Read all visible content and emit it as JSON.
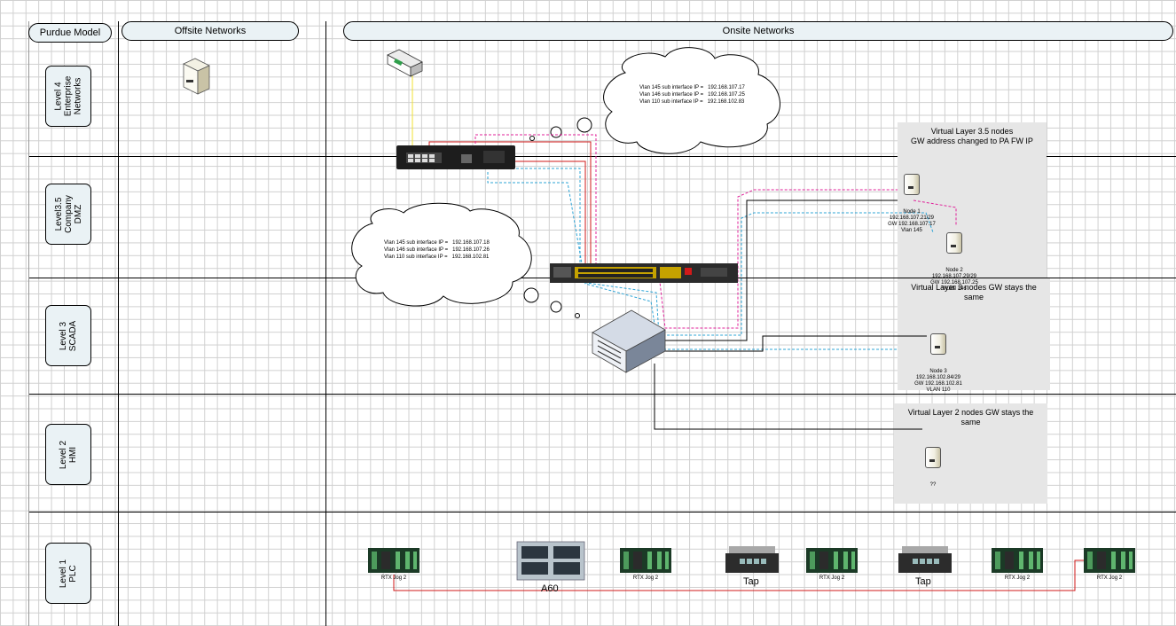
{
  "headers": {
    "purdue": "Purdue Model",
    "offsite": "Offsite  Networks",
    "onsite": "Onsite  Networks"
  },
  "levels": [
    {
      "label": "Level 4\nEnterprise\nNetworks"
    },
    {
      "label": "Level3.5\nCompany\nDMZ"
    },
    {
      "label": "Level 3\nSCADA"
    },
    {
      "label": "Level 2\nHMI"
    },
    {
      "label": "Level 1\nPLC"
    }
  ],
  "cloud_top": {
    "text": "Vlan 145 sub interface IP =   192.168.107.17\nVlan 146 sub interface IP =   192.168.107.25\nVlan 110 sub interface IP =   192.168.102.83"
  },
  "cloud_left": {
    "text": "Vlan 145 sub interface IP =   192.168.107.18\nVlan 146 sub interface IP =   192.168.107.26\nVlan 110 sub interface IP =   192.168.102.81"
  },
  "panels": {
    "dmz": {
      "title": "Virtual Layer 3.5 nodes\nGW address changed to PA FW IP",
      "node1": "Node 1\n192.168.107.21/29\nGW 192.168.107.17\nVlan 145",
      "node2": "Node 2\n192.168.107.29/29\nGW 192.168.107.25\nVLAN 146"
    },
    "scada": {
      "title": "Virtual Layer 3 nodes GW stays the\nsame",
      "node3": "Node 3\n192.168.102.84/29\nGW 192.168.102.81\nVLAN 110"
    },
    "hmi": {
      "title": "Virtual Layer 2 nodes GW stays the\nsame",
      "node": "??"
    }
  },
  "plc_row": {
    "rtx_label": "RTX Jog 2",
    "a60_label": "A60",
    "tap_label": "Tap"
  },
  "colors": {
    "magenta_line": "#e0219a",
    "cyan_line": "#2ea4d6",
    "red_line": "#d11a1a",
    "yellow_line": "#f0e030",
    "panel_bg": "#e6e6e6",
    "pill_bg": "#eaf2f5"
  },
  "icons": [
    "server-icon",
    "firewall-icon",
    "switch-icon",
    "rack-server-icon",
    "plc-rack-icon",
    "tap-device-icon",
    "network-device-icon",
    "cloud-icon"
  ]
}
